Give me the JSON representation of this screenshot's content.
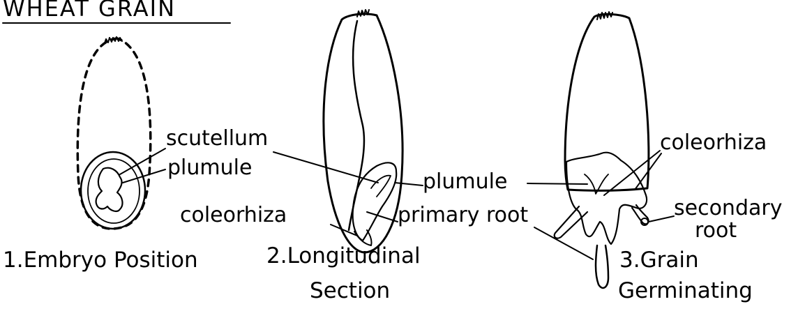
{
  "title": "WHEAT  GRAIN",
  "labels": {
    "scutellum": "scutellum",
    "plumule_1": "plumule",
    "coleorhiza_2": "coleorhiza",
    "plumule_2": "plumule",
    "primary_root": "primary root",
    "coleorhiza_3": "coleorhiza",
    "secondary_root_line1": "secondary",
    "secondary_root_line2": "root"
  },
  "captions": {
    "fig1": "1.Embryo Position",
    "fig2_line1": "2.Longitudinal",
    "fig2_line2": "Section",
    "fig3_line1": "3.Grain",
    "fig3_line2": "Germinating"
  }
}
